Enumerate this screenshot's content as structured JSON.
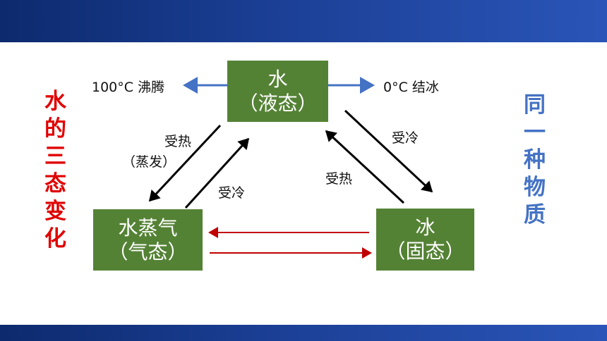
{
  "states": {
    "liquid": {
      "name": "水",
      "state": "（液态）"
    },
    "gas": {
      "name": "水蒸气",
      "state": "（气态）"
    },
    "solid": {
      "name": "冰",
      "state": "（固态）"
    }
  },
  "labels": {
    "boil": "100°C  沸腾",
    "freeze": "0°C   结冰",
    "heat_left": "受热",
    "evaporate": "（蒸发）",
    "cool_left": "受冷",
    "heat_right": "受热",
    "cool_right": "受冷"
  },
  "side_titles": {
    "left": [
      "水",
      "的",
      "三",
      "态",
      "变",
      "化"
    ],
    "right": [
      "同",
      "一",
      "种",
      "物",
      "质"
    ]
  },
  "colors": {
    "box_fill": "#548235",
    "header_bar": "#1b3f95",
    "left_title": "#e00000",
    "right_title": "#4472c4",
    "temperature_arrow": "#4472c4",
    "gas_solid_arrow": "#c00000",
    "triangle_arrow": "#000000"
  }
}
